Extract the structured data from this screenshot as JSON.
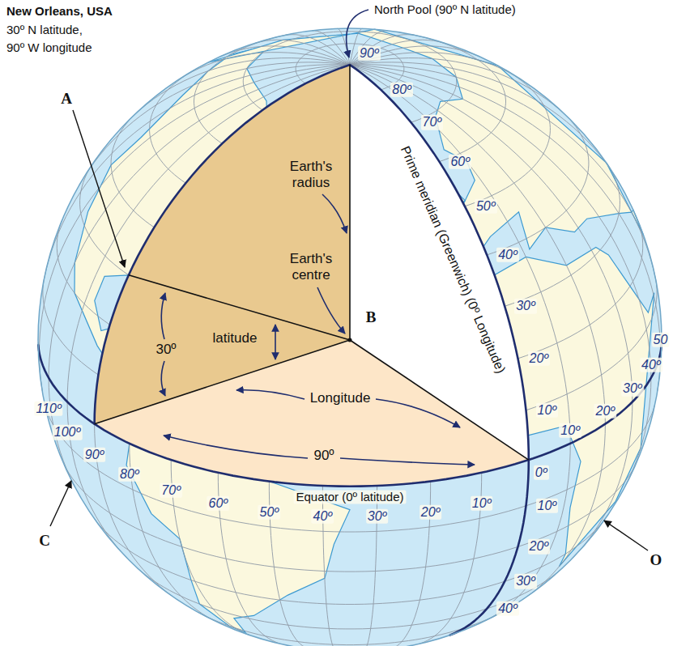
{
  "diagram": {
    "labels": [
      "New Orleans, USA",
      "30º N latitude,",
      "90º W longitude",
      "North Pool (90º N latitude)",
      "A",
      "Earth's radius",
      "Earth's centre",
      "B",
      "30º",
      "latitude",
      "Longitude",
      "90º",
      "Equator (0º latitude)",
      "Prime meridian (Greenwich) (0º Longitude)",
      "C",
      "O",
      "90º",
      "80º",
      "70º",
      "60º",
      "50º",
      "40º",
      "30º",
      "20º",
      "10º",
      "0º",
      "10º",
      "20º",
      "30º",
      "40º",
      "10º",
      "20º",
      "30º",
      "40º",
      "50",
      "10º",
      "20º",
      "30º",
      "40º",
      "50º",
      "60º",
      "70º",
      "80º",
      "90º",
      "100º",
      "110º"
    ]
  }
}
